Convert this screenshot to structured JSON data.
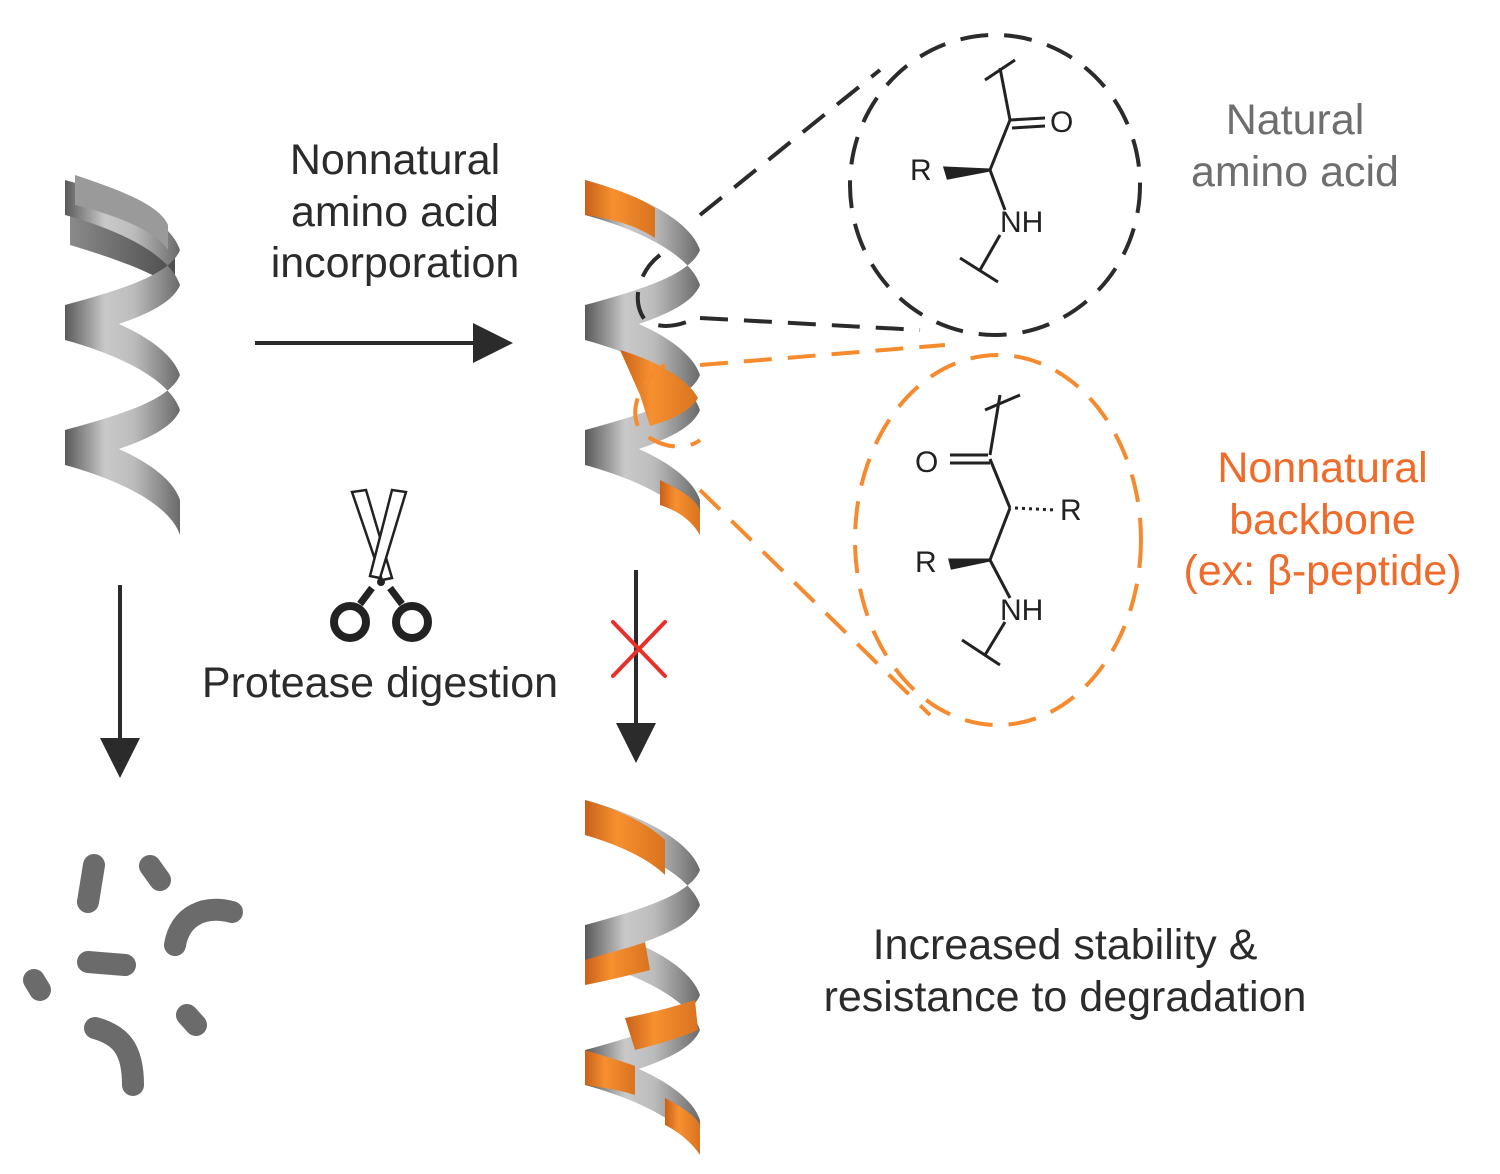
{
  "labels": {
    "top_arrow": [
      "Nonnatural",
      "amino acid",
      "incorporation"
    ],
    "protease": "Protease digestion",
    "natural": [
      "Natural",
      "amino acid"
    ],
    "nonnatural": [
      "Nonnatural",
      "backbone",
      "(ex: β-peptide)"
    ],
    "result": [
      "Increased stability &",
      "resistance to degradation"
    ]
  },
  "chem": {
    "natural": {
      "o": "O",
      "r": "R",
      "nh": "NH"
    },
    "beta": {
      "o": "O",
      "r1": "R",
      "r2": "R",
      "nh": "NH"
    }
  },
  "colors": {
    "orange": "#f58a2e",
    "orange_text": "#f06a2a",
    "helix_gray": "#b4b4b4",
    "fragment_gray": "#6b6b6b",
    "cross_red": "#e8302a",
    "arrow": "#2b2b2b"
  },
  "icons": [
    "helix-icon",
    "scissors-icon",
    "cross-icon",
    "fragment-icon"
  ]
}
